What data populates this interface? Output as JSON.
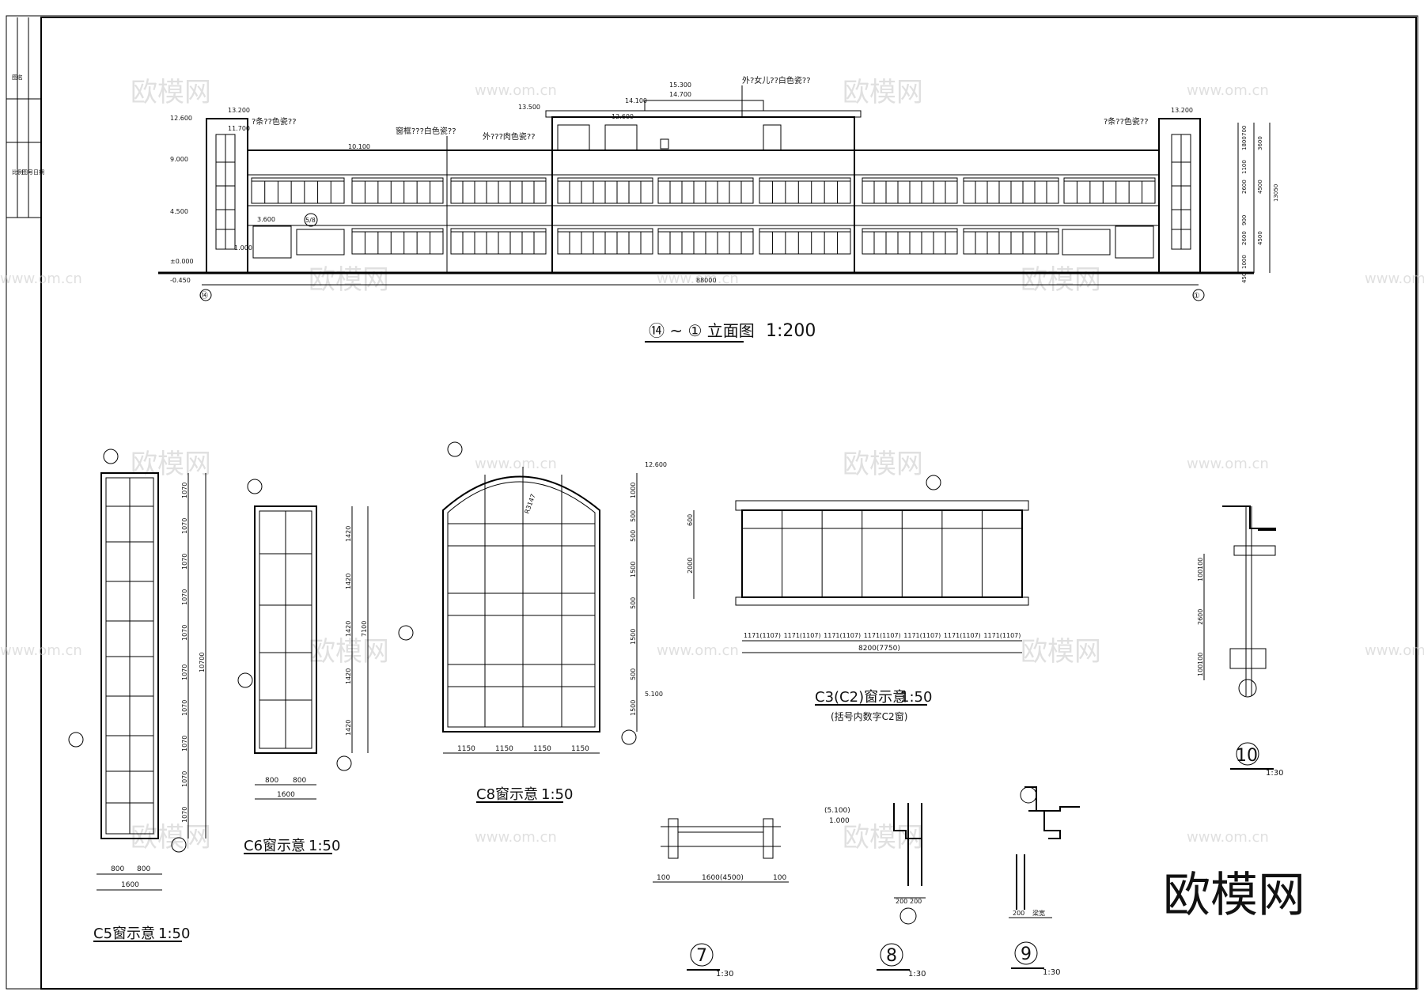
{
  "title_block": {
    "cells": [
      "图名",
      "比例",
      "图号",
      "日期"
    ]
  },
  "elevation": {
    "title": "⑭ ~ ① 立面图",
    "scale": "1:200",
    "axis_left": "⑭",
    "axis_right": "①",
    "total_length": "88000",
    "levels": [
      "15.300",
      "14.700",
      "14.100",
      "13.500",
      "13.200",
      "12.600",
      "11.700",
      "10.100",
      "9.000",
      "4.500",
      "3.600",
      "1.000",
      "±0.000",
      "-0.450"
    ],
    "notes": [
      "外?女儿??白色瓷??",
      "?条??色瓷??",
      "窗框???白色瓷??",
      "外???肉色瓷??"
    ],
    "right_dims": [
      "700",
      "1800",
      "3600",
      "1100",
      "2600",
      "4500",
      "13050",
      "900",
      "2600",
      "4500",
      "1000",
      "450"
    ],
    "ref_bubble": "5/8"
  },
  "windows": {
    "c5": {
      "label": "C5窗示意",
      "scale": "1:50",
      "dims": [
        "1070",
        "1070",
        "1070",
        "1070",
        "1070",
        "1070",
        "1070",
        "1070",
        "1070",
        "1070"
      ],
      "total": "10700",
      "widths": [
        "800",
        "800"
      ],
      "width_total": "1600"
    },
    "c6": {
      "label": "C6窗示意",
      "scale": "1:50",
      "dims": [
        "1420",
        "1420",
        "1420",
        "1420",
        "1420"
      ],
      "total": "7100",
      "widths": [
        "800",
        "800"
      ],
      "width_total": "1600"
    },
    "c8": {
      "label": "C8窗示意",
      "scale": "1:50",
      "radius": "R3147",
      "dims": [
        "1000",
        "500",
        "500",
        "1500",
        "500",
        "1500",
        "500",
        "1500"
      ],
      "top_level": "12.600",
      "bottom_level": "5.100",
      "widths": [
        "1150",
        "1150",
        "1150",
        "1150"
      ]
    },
    "c3": {
      "label": "C3(C2)窗示意",
      "scale": "1:50",
      "note": "(括号内数字C2窗)",
      "heights": [
        "600",
        "2000"
      ],
      "widths": [
        "1171(1107)",
        "1171(1107)",
        "1171(1107)",
        "1171(1107)",
        "1171(1107)",
        "1171(1107)",
        "1171(1107)"
      ],
      "total": "8200(7750)"
    }
  },
  "details": {
    "d7": {
      "num": "7",
      "scale": "1:30",
      "width": "1600(4500)",
      "side": "100"
    },
    "d8": {
      "num": "8",
      "scale": "1:30",
      "levels": [
        "(5.100)",
        "1.000"
      ],
      "dims": [
        "200",
        "200"
      ]
    },
    "d9": {
      "num": "9",
      "scale": "1:30",
      "dims": [
        "200"
      ],
      "note": "梁宽"
    },
    "d10": {
      "num": "10",
      "scale": "1:30",
      "dims": [
        "100",
        "100",
        "2600",
        "100",
        "100"
      ]
    }
  },
  "watermarks": {
    "logo": "欧模网",
    "url": "www.om.cn",
    "brand": "欧模网"
  }
}
